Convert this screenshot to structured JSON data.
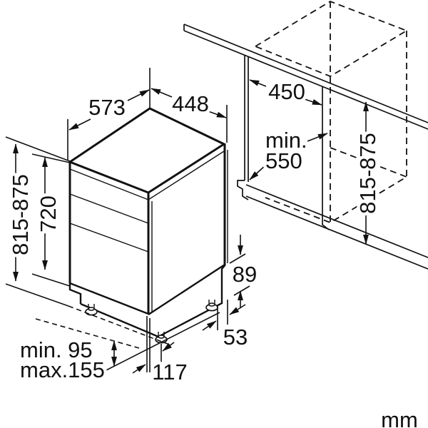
{
  "diagram": {
    "title": "dishwasher-installation-dimensions",
    "unit": "mm",
    "colors": {
      "line": "#111111",
      "background": "#ffffff"
    },
    "labels": {
      "top_depth": "573",
      "top_width": "448",
      "niche_width": "450",
      "niche_depth_line1": "min.",
      "niche_depth_line2": "550",
      "niche_height": "815-875",
      "appliance_height": "815-875",
      "front_height": "720",
      "rear_base_height": "89",
      "rear_foot_offset": "53",
      "plinth_min": "min. 95",
      "plinth_max": "max.155",
      "front_foot_offset": "117"
    }
  }
}
